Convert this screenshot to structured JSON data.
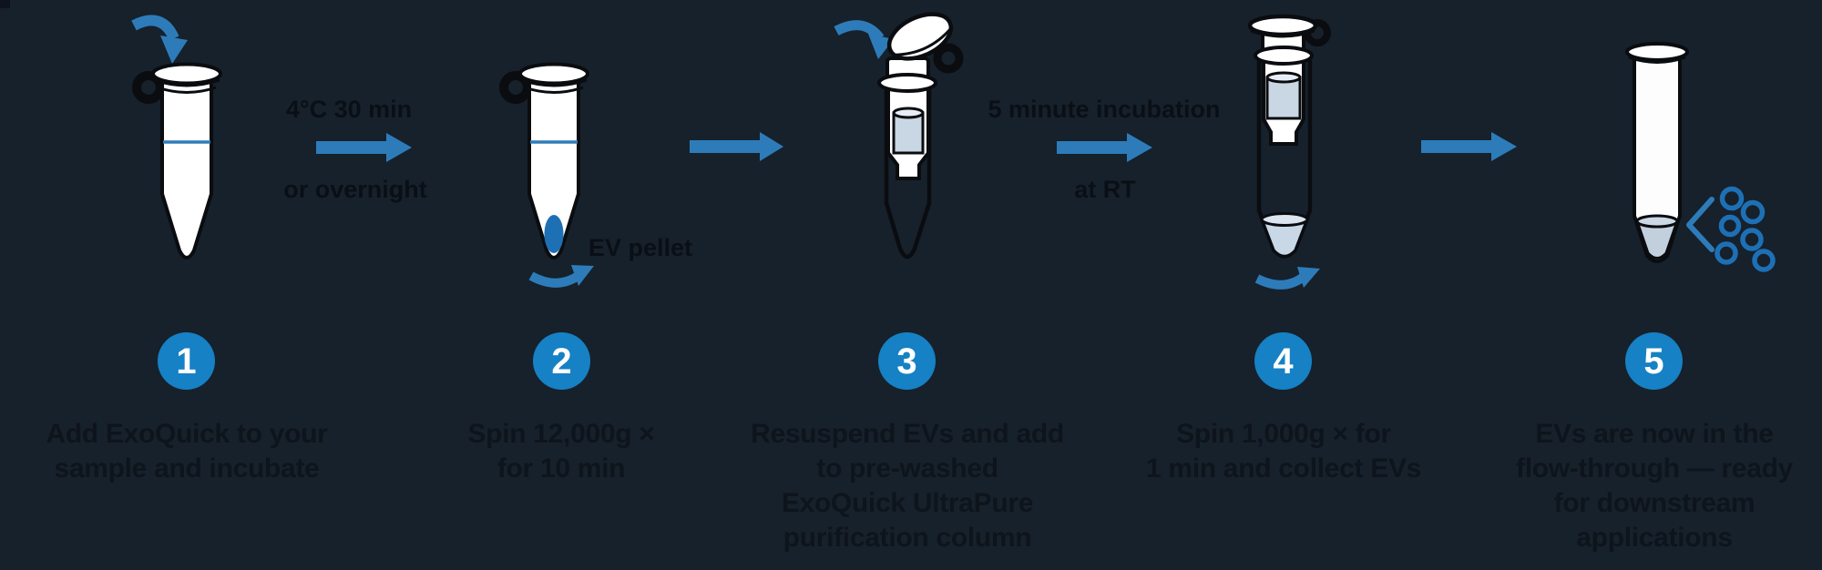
{
  "diagram": {
    "transition_1": {
      "top": "4°C 30 min",
      "bottom": "or overnight"
    },
    "transition_3": {
      "top": "5 minute incubation",
      "bottom": "at RT"
    },
    "pellet_label": "EV pellet"
  },
  "steps": [
    {
      "number": "1",
      "lines": [
        "Add ExoQuick to your",
        "sample and incubate"
      ]
    },
    {
      "number": "2",
      "lines": [
        "Spin 12,000g ×",
        "for 10 min"
      ]
    },
    {
      "number": "3",
      "lines": [
        "Resuspend EVs and add",
        "to pre-washed",
        "ExoQuick UltraPure",
        "purification column"
      ]
    },
    {
      "number": "4",
      "lines": [
        "Spin 1,000g × for",
        "1 min and collect EVs"
      ]
    },
    {
      "number": "5",
      "lines": [
        "EVs are now in the",
        "flow-through — ready",
        "for downstream",
        "applications"
      ]
    }
  ],
  "colors": {
    "background": "#16212c",
    "accent_blue": "#2d7cb9",
    "step_circle_blue": "#1681c4",
    "pellet_blue": "#1e70b5",
    "tube_outline": "#0a0c0f",
    "tube_fill": "#ffffff",
    "filter_fill": "#c9d6e4",
    "liquid_fill": "#c9d8e7",
    "label_text": "#0a0f15",
    "caption_text": "#0e141b"
  }
}
